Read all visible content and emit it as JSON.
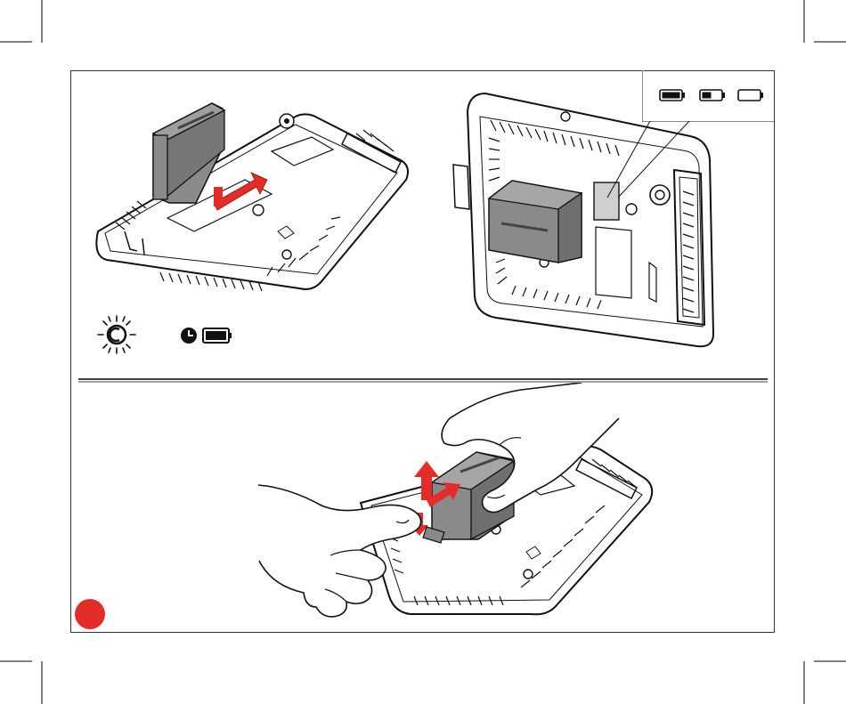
{
  "colors": {
    "accent_red": "#E42D2B",
    "battery_gray": "#8a8a8a",
    "battery_gray_dark": "#6f6f6f",
    "panel_gray": "#cfcfcf",
    "line": "#111111"
  },
  "icons": {
    "brightness": "sun-brightness-icon",
    "clock": "clock-icon",
    "battery_full": "battery-full-icon",
    "battery_half": "battery-half-icon",
    "battery_empty": "battery-empty-icon"
  },
  "battery_levels": [
    1.0,
    0.5,
    0.0
  ]
}
